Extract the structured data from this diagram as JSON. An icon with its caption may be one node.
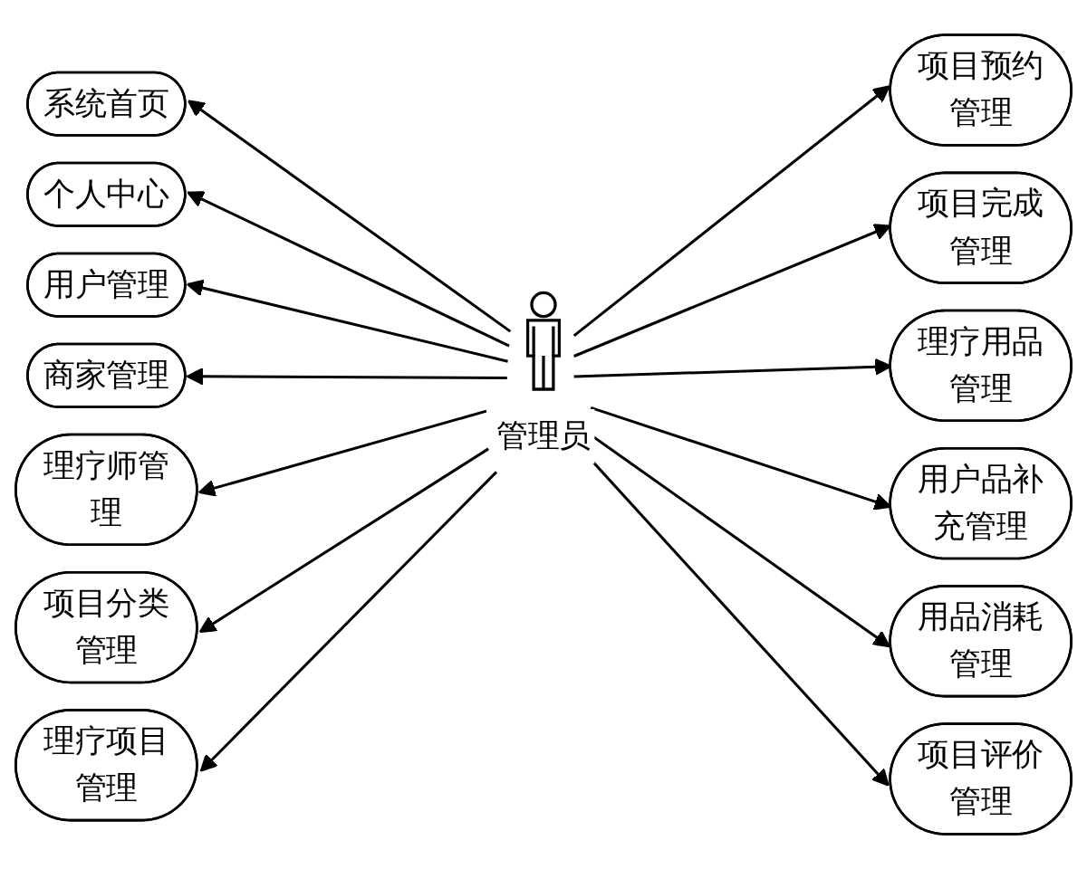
{
  "diagram": {
    "nodes": [
      {
        "text": [
          "管理员"
        ]
      },
      {
        "text": [
          "系统首页"
        ]
      },
      {
        "text": [
          "个人中心"
        ]
      },
      {
        "text": [
          "用户管理"
        ]
      },
      {
        "text": [
          "商家管理"
        ]
      },
      {
        "text": [
          "理疗师管理"
        ]
      },
      {
        "text": [
          "项目分类管理"
        ]
      },
      {
        "text": [
          "理疗项目管理"
        ]
      },
      {
        "text": [
          "项目预约管理"
        ]
      },
      {
        "text": [
          "项目完成管理"
        ]
      },
      {
        "text": [
          "理疗用品管理"
        ]
      },
      {
        "text": [
          "用户品补充管理"
        ]
      },
      {
        "text": [
          "用品消耗管理"
        ]
      },
      {
        "text": [
          "项目评价管理"
        ]
      }
    ],
    "edges": [
      {
        "from": 0,
        "to": 1,
        "arrow": "to"
      },
      {
        "from": 0,
        "to": 2,
        "arrow": "to"
      },
      {
        "from": 0,
        "to": 3,
        "arrow": "to"
      },
      {
        "from": 0,
        "to": 4,
        "arrow": "to"
      },
      {
        "from": 0,
        "to": 5,
        "arrow": "to"
      },
      {
        "from": 0,
        "to": 6,
        "arrow": "to"
      },
      {
        "from": 0,
        "to": 7,
        "arrow": "to"
      },
      {
        "from": 0,
        "to": 8,
        "arrow": "to"
      },
      {
        "from": 0,
        "to": 9,
        "arrow": "to"
      },
      {
        "from": 0,
        "to": 10,
        "arrow": "to"
      },
      {
        "from": 0,
        "to": 11,
        "arrow": "to"
      },
      {
        "from": 0,
        "to": 12,
        "arrow": "to"
      },
      {
        "from": 0,
        "to": 13,
        "arrow": "to"
      }
    ]
  }
}
